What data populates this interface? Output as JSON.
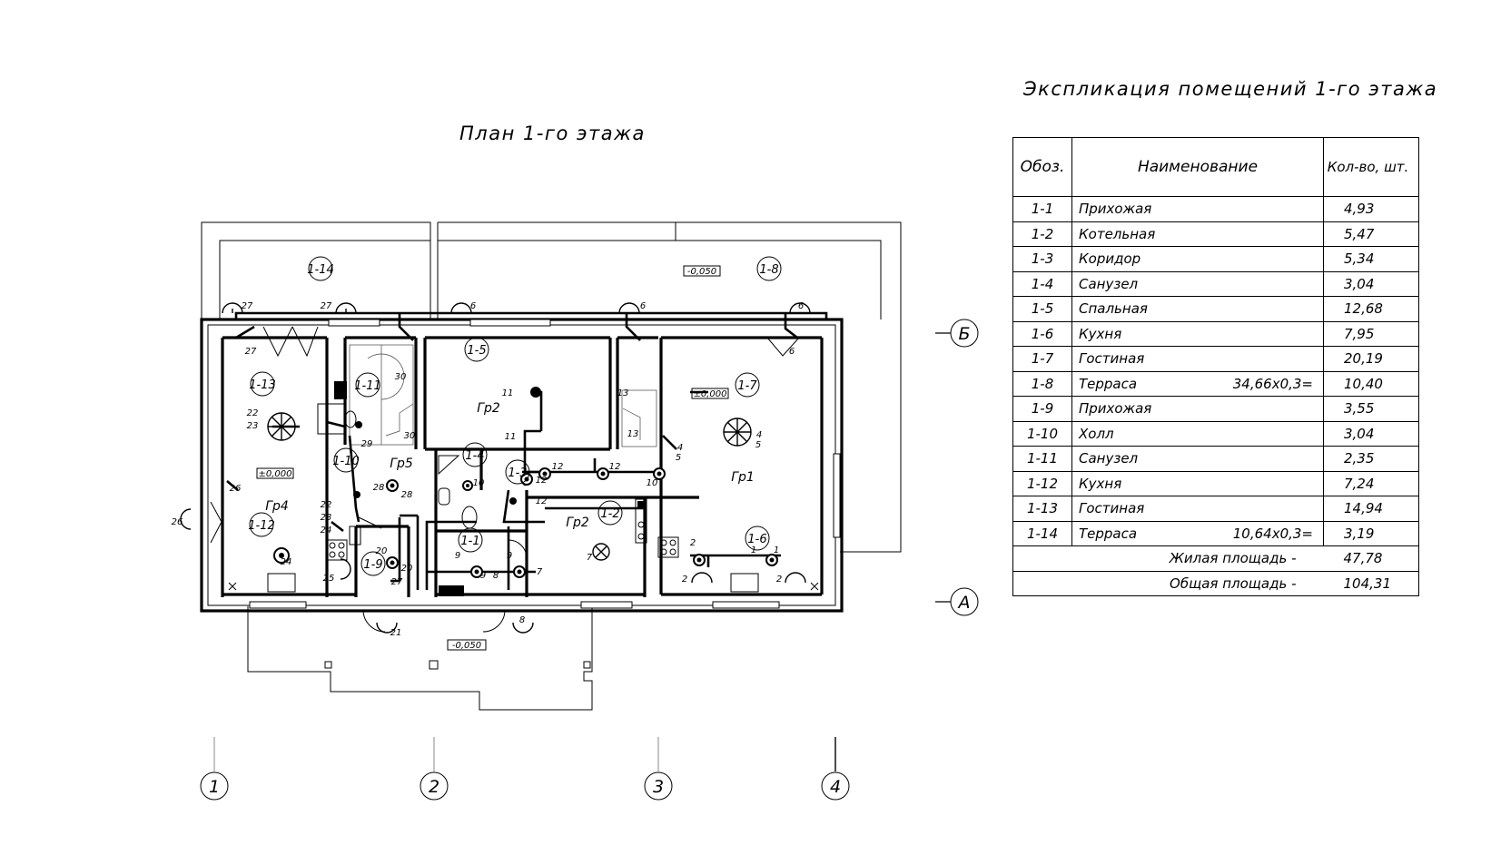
{
  "plan_title": "План 1-го этажа",
  "explication": {
    "title": "Экспликация помещений 1-го этажа",
    "headers": {
      "code": "Обоз.",
      "name": "Наименование",
      "qty": "Кол-во, шт."
    },
    "rows": [
      {
        "code": "1-1",
        "name": "Прихожая",
        "formula": "",
        "qty": "4,93"
      },
      {
        "code": "1-2",
        "name": "Котельная",
        "formula": "",
        "qty": "5,47"
      },
      {
        "code": "1-3",
        "name": "Коридор",
        "formula": "",
        "qty": "5,34"
      },
      {
        "code": "1-4",
        "name": "Санузел",
        "formula": "",
        "qty": "3,04"
      },
      {
        "code": "1-5",
        "name": "Спальная",
        "formula": "",
        "qty": "12,68"
      },
      {
        "code": "1-6",
        "name": "Кухня",
        "formula": "",
        "qty": "7,95"
      },
      {
        "code": "1-7",
        "name": "Гостиная",
        "formula": "",
        "qty": "20,19"
      },
      {
        "code": "1-8",
        "name": "Терраса",
        "formula": "34,66х0,3=",
        "qty": "10,40"
      },
      {
        "code": "1-9",
        "name": "Прихожая",
        "formula": "",
        "qty": "3,55"
      },
      {
        "code": "1-10",
        "name": "Холл",
        "formula": "",
        "qty": "3,04"
      },
      {
        "code": "1-11",
        "name": "Санузел",
        "formula": "",
        "qty": "2,35"
      },
      {
        "code": "1-12",
        "name": "Кухня",
        "formula": "",
        "qty": "7,24"
      },
      {
        "code": "1-13",
        "name": "Гостиная",
        "formula": "",
        "qty": "14,94"
      },
      {
        "code": "1-14",
        "name": "Терраса",
        "formula": "10,64х0,3=",
        "qty": "3,19"
      }
    ],
    "totals": [
      {
        "label": "Жилая площадь -",
        "value": "47,78"
      },
      {
        "label": "Общая площадь -",
        "value": "104,31"
      }
    ]
  },
  "plan": {
    "axes": {
      "vertical": [
        "1",
        "2",
        "3",
        "4"
      ],
      "horizontal": [
        "Б",
        "А"
      ]
    },
    "level_marks": [
      "-0,050",
      "±0,000",
      "±0,000",
      "-0,050"
    ],
    "rooms": [
      "1-14",
      "1-8",
      "1-5",
      "1-13",
      "1-11",
      "1-7",
      "1-10",
      "1-4",
      "1-3",
      "1-12",
      "1-2",
      "1-1",
      "1-9",
      "1-6"
    ],
    "groups": [
      "Гр2",
      "Гр5",
      "Гр4",
      "Гр2",
      "Гр1"
    ],
    "numbers": [
      "27",
      "27",
      "6",
      "6",
      "6",
      "27",
      "30",
      "11",
      "13",
      "6",
      "22",
      "23",
      "29",
      "30",
      "11",
      "13",
      "4",
      "5",
      "4",
      "5",
      "26",
      "28",
      "12",
      "12",
      "10",
      "10",
      "12",
      "12",
      "28",
      "26",
      "22",
      "23",
      "24",
      "25",
      "24",
      "20",
      "20",
      "27",
      "9",
      "9",
      "9",
      "8",
      "7",
      "7",
      "2",
      "1",
      "1",
      "2",
      "2",
      "21",
      "8"
    ]
  }
}
